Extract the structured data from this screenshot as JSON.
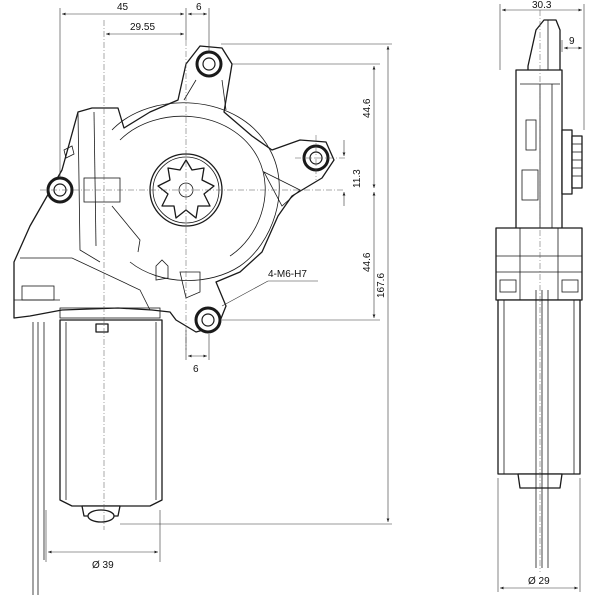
{
  "dimensions": {
    "width_45": "45",
    "ear_6_top": "6",
    "offset_29_55": "29.55",
    "v_44_6_top": "44.6",
    "v_11_3": "11.3",
    "v_44_6_bottom": "44.6",
    "total_167_6": "167.6",
    "ear_6_bottom": "6",
    "hole_note": "4-M6-H7",
    "dia_39": "Ø 39",
    "side_30_3": "30.3",
    "side_9": "9",
    "dia_29": "Ø 29"
  }
}
